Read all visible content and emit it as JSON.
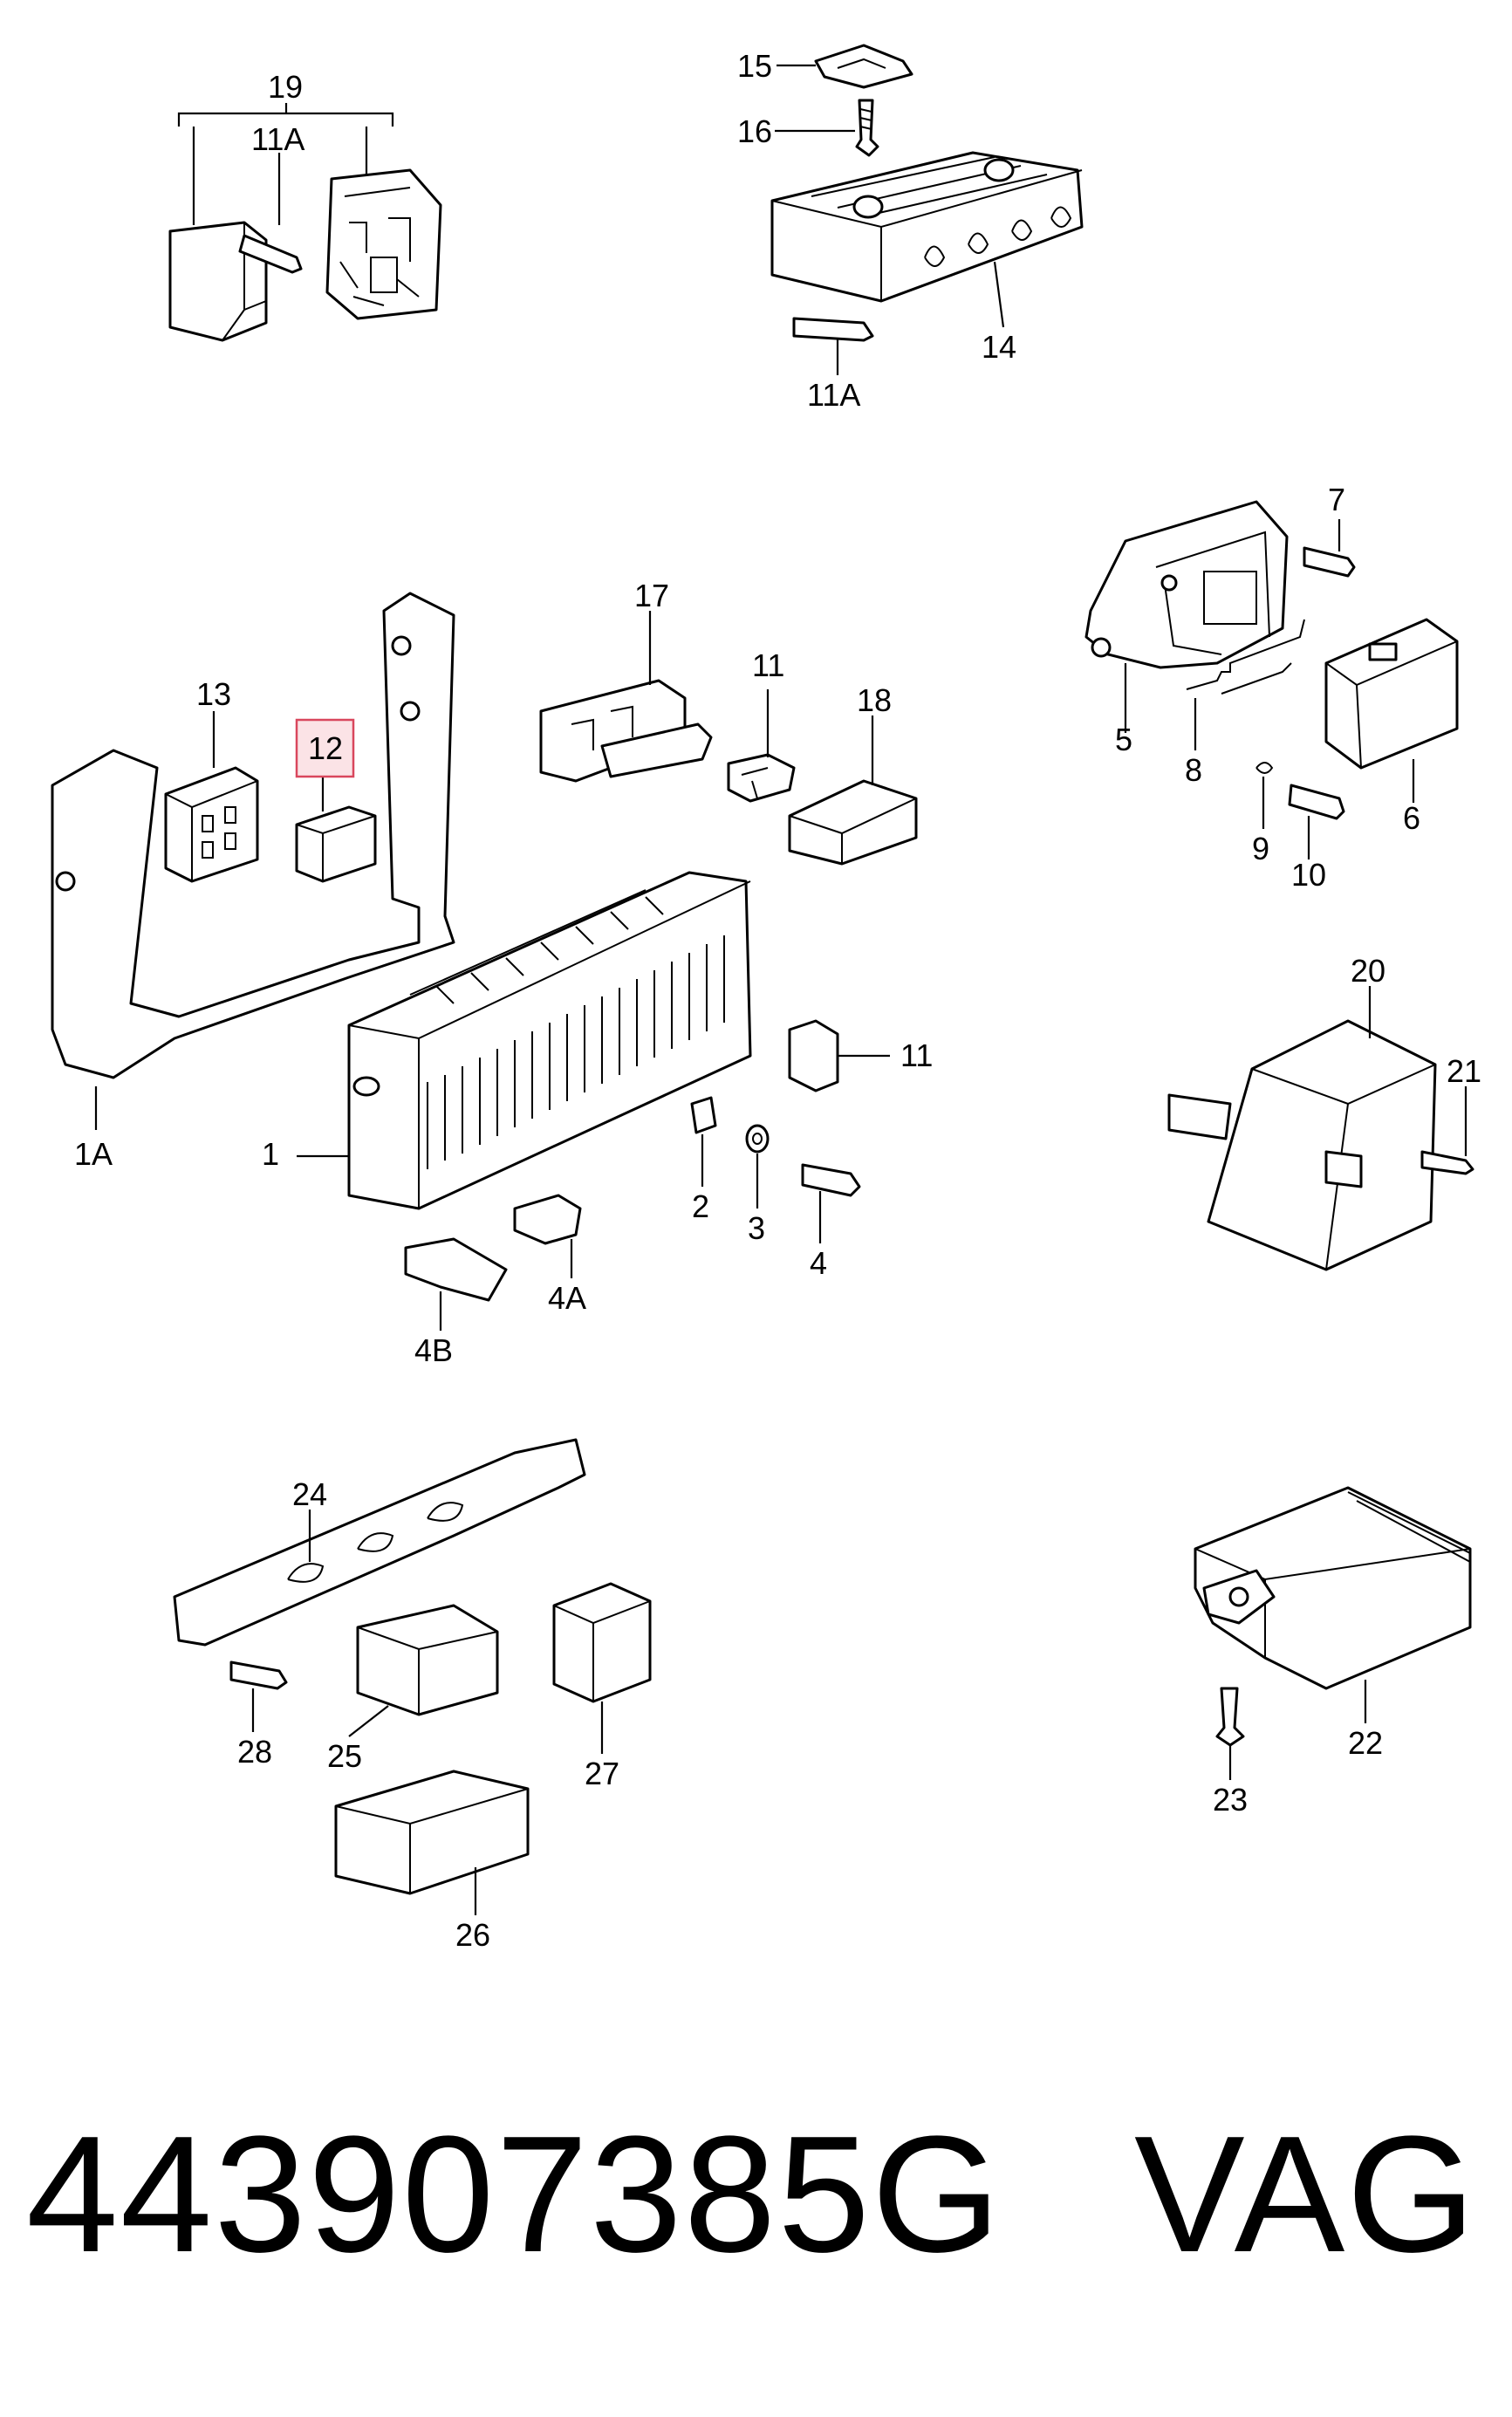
{
  "callouts": {
    "c19": "19",
    "c11a_top": "11A",
    "c15": "15",
    "c16": "16",
    "c14": "14",
    "c11a_mid": "11A",
    "c7": "7",
    "c5": "5",
    "c8": "8",
    "c9": "9",
    "c10": "10",
    "c6": "6",
    "c17": "17",
    "c11_a": "11",
    "c18": "18",
    "c13": "13",
    "c12": "12",
    "c1a": "1A",
    "c1": "1",
    "c11_b": "11",
    "c2": "2",
    "c3": "3",
    "c4": "4",
    "c4a": "4A",
    "c4b": "4B",
    "c20": "20",
    "c21": "21",
    "c24": "24",
    "c28": "28",
    "c25": "25",
    "c27": "27",
    "c26": "26",
    "c22": "22",
    "c23": "23"
  },
  "highlighted_callout": "12",
  "highlight_color": "#d9475d",
  "footer": {
    "part_number": "443907385G",
    "brand": "VAG"
  }
}
